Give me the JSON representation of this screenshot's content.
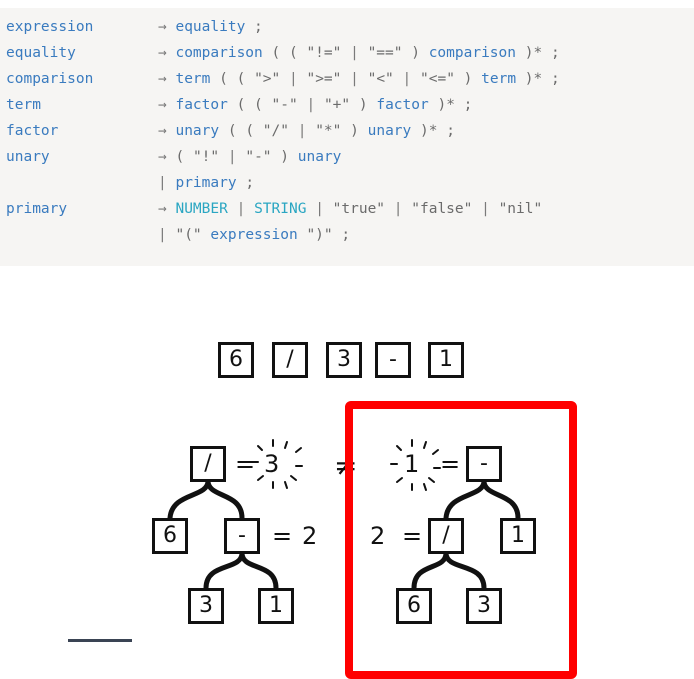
{
  "grammar": {
    "rules": [
      {
        "name": "expression",
        "body": [
          [
            "arrow",
            "→"
          ],
          [
            "nt",
            "equality"
          ],
          [
            "op",
            ";"
          ]
        ]
      },
      {
        "name": "equality",
        "body": [
          [
            "arrow",
            "→"
          ],
          [
            "nt",
            "comparison"
          ],
          [
            "op",
            "( ("
          ],
          [
            "lit",
            "\"!=\""
          ],
          [
            "pipe",
            "|"
          ],
          [
            "lit",
            "\"==\""
          ],
          [
            "op",
            ")"
          ],
          [
            "nt",
            "comparison"
          ],
          [
            "op",
            ")* ;"
          ]
        ]
      },
      {
        "name": "comparison",
        "body": [
          [
            "arrow",
            "→"
          ],
          [
            "nt",
            "term"
          ],
          [
            "op",
            "( ("
          ],
          [
            "lit",
            "\">\""
          ],
          [
            "pipe",
            "|"
          ],
          [
            "lit",
            "\">=\""
          ],
          [
            "pipe",
            "|"
          ],
          [
            "lit",
            "\"<\""
          ],
          [
            "pipe",
            "|"
          ],
          [
            "lit",
            "\"<=\""
          ],
          [
            "op",
            ")"
          ],
          [
            "nt",
            "term"
          ],
          [
            "op",
            ")* ;"
          ]
        ]
      },
      {
        "name": "term",
        "body": [
          [
            "arrow",
            "→"
          ],
          [
            "nt",
            "factor"
          ],
          [
            "op",
            "( ("
          ],
          [
            "lit",
            "\"-\""
          ],
          [
            "pipe",
            "|"
          ],
          [
            "lit",
            "\"+\""
          ],
          [
            "op",
            ")"
          ],
          [
            "nt",
            "factor"
          ],
          [
            "op",
            ")* ;"
          ]
        ]
      },
      {
        "name": "factor",
        "body": [
          [
            "arrow",
            "→"
          ],
          [
            "nt",
            "unary"
          ],
          [
            "op",
            "( ("
          ],
          [
            "lit",
            "\"/\""
          ],
          [
            "pipe",
            "|"
          ],
          [
            "lit",
            "\"*\""
          ],
          [
            "op",
            ")"
          ],
          [
            "nt",
            "unary"
          ],
          [
            "op",
            ")* ;"
          ]
        ]
      },
      {
        "name": "unary",
        "body": [
          [
            "arrow",
            "→"
          ],
          [
            "op",
            "("
          ],
          [
            "lit",
            "\"!\""
          ],
          [
            "pipe",
            "|"
          ],
          [
            "lit",
            "\"-\""
          ],
          [
            "op",
            ")"
          ],
          [
            "nt",
            "unary"
          ]
        ]
      },
      {
        "name": "",
        "body": [
          [
            "pipe",
            "|"
          ],
          [
            "nt",
            "primary"
          ],
          [
            "op",
            ";"
          ]
        ]
      },
      {
        "name": "primary",
        "body": [
          [
            "arrow",
            "→"
          ],
          [
            "tok",
            "NUMBER"
          ],
          [
            "pipe",
            "|"
          ],
          [
            "tok",
            "STRING"
          ],
          [
            "pipe",
            "|"
          ],
          [
            "lit",
            "\"true\""
          ],
          [
            "pipe",
            "|"
          ],
          [
            "lit",
            "\"false\""
          ],
          [
            "pipe",
            "|"
          ],
          [
            "lit",
            "\"nil\""
          ]
        ]
      },
      {
        "name": "",
        "body": [
          [
            "pipe",
            "|"
          ],
          [
            "lit",
            "\"(\""
          ],
          [
            "nt",
            "expression"
          ],
          [
            "lit",
            "\")\""
          ],
          [
            "op",
            ";"
          ]
        ]
      }
    ]
  },
  "diagram": {
    "tokens": [
      "6",
      "/",
      "3",
      "-",
      "1"
    ],
    "left_tree": {
      "root": "/",
      "root_value": "3",
      "left": "6",
      "right": "-",
      "right_value": "2",
      "right_left": "3",
      "right_right": "1"
    },
    "right_tree": {
      "root": "-",
      "root_value": "1",
      "left": "/",
      "left_value": "2",
      "right": "1",
      "left_left": "6",
      "left_right": "3"
    },
    "not_equal": "≠",
    "equals": "=",
    "highlight_color": "#ff0000"
  }
}
